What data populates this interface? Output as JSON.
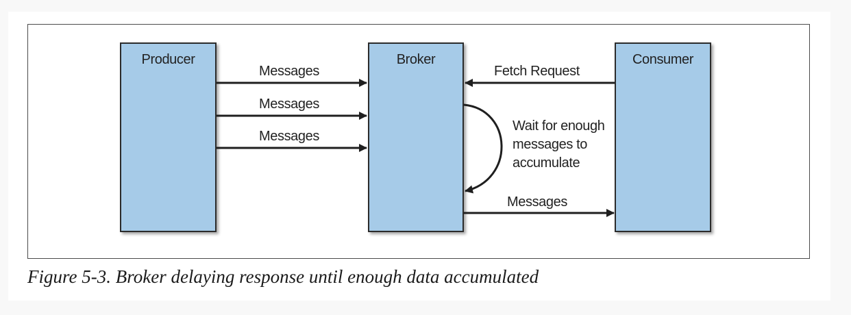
{
  "nodes": {
    "producer": "Producer",
    "broker": "Broker",
    "consumer": "Consumer"
  },
  "edges": {
    "producer_to_broker": [
      "Messages",
      "Messages",
      "Messages"
    ],
    "fetch_request": "Fetch Request",
    "wait_note": [
      "Wait for enough",
      "messages to",
      "accumulate"
    ],
    "broker_to_consumer": "Messages"
  },
  "caption": "Figure 5-3. Broker delaying response until enough data accumulated",
  "colors": {
    "node_fill": "#a6cbe8",
    "stroke": "#1f1f1f"
  }
}
